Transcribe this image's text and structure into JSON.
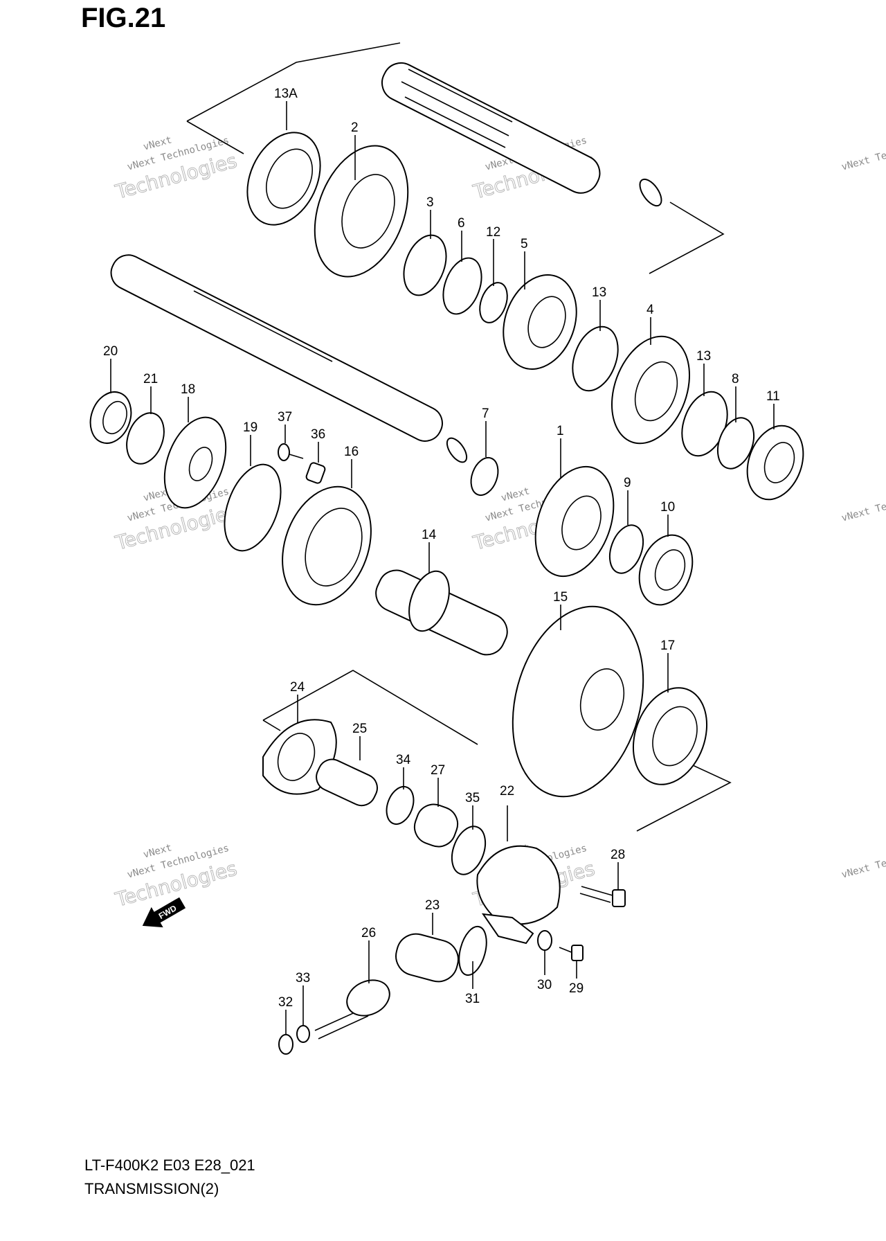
{
  "figure": {
    "title": "FIG.21",
    "model_code": "LT-F400K2 E03 E28_021",
    "section": "TRANSMISSION(2)",
    "direction_marker": "FWD"
  },
  "watermark": {
    "line1": "vNext Technologies",
    "line2": "Technologies",
    "line3": "vNext"
  },
  "part_labels": {
    "p13A": "13A",
    "p2": "2",
    "p3": "3",
    "p6": "6",
    "p12": "12",
    "p5": "5",
    "p13a": "13",
    "p4": "4",
    "p13b": "13",
    "p8": "8",
    "p11": "11",
    "p20": "20",
    "p21": "21",
    "p18": "18",
    "p37": "37",
    "p19": "19",
    "p36": "36",
    "p16": "16",
    "p7": "7",
    "p1": "1",
    "p9": "9",
    "p10": "10",
    "p14": "14",
    "p15": "15",
    "p17": "17",
    "p24": "24",
    "p25": "25",
    "p34": "34",
    "p27": "27",
    "p35": "35",
    "p22": "22",
    "p28": "28",
    "p23": "23",
    "p26": "26",
    "p33": "33",
    "p32": "32",
    "p31": "31",
    "p30": "30",
    "p29": "29"
  }
}
